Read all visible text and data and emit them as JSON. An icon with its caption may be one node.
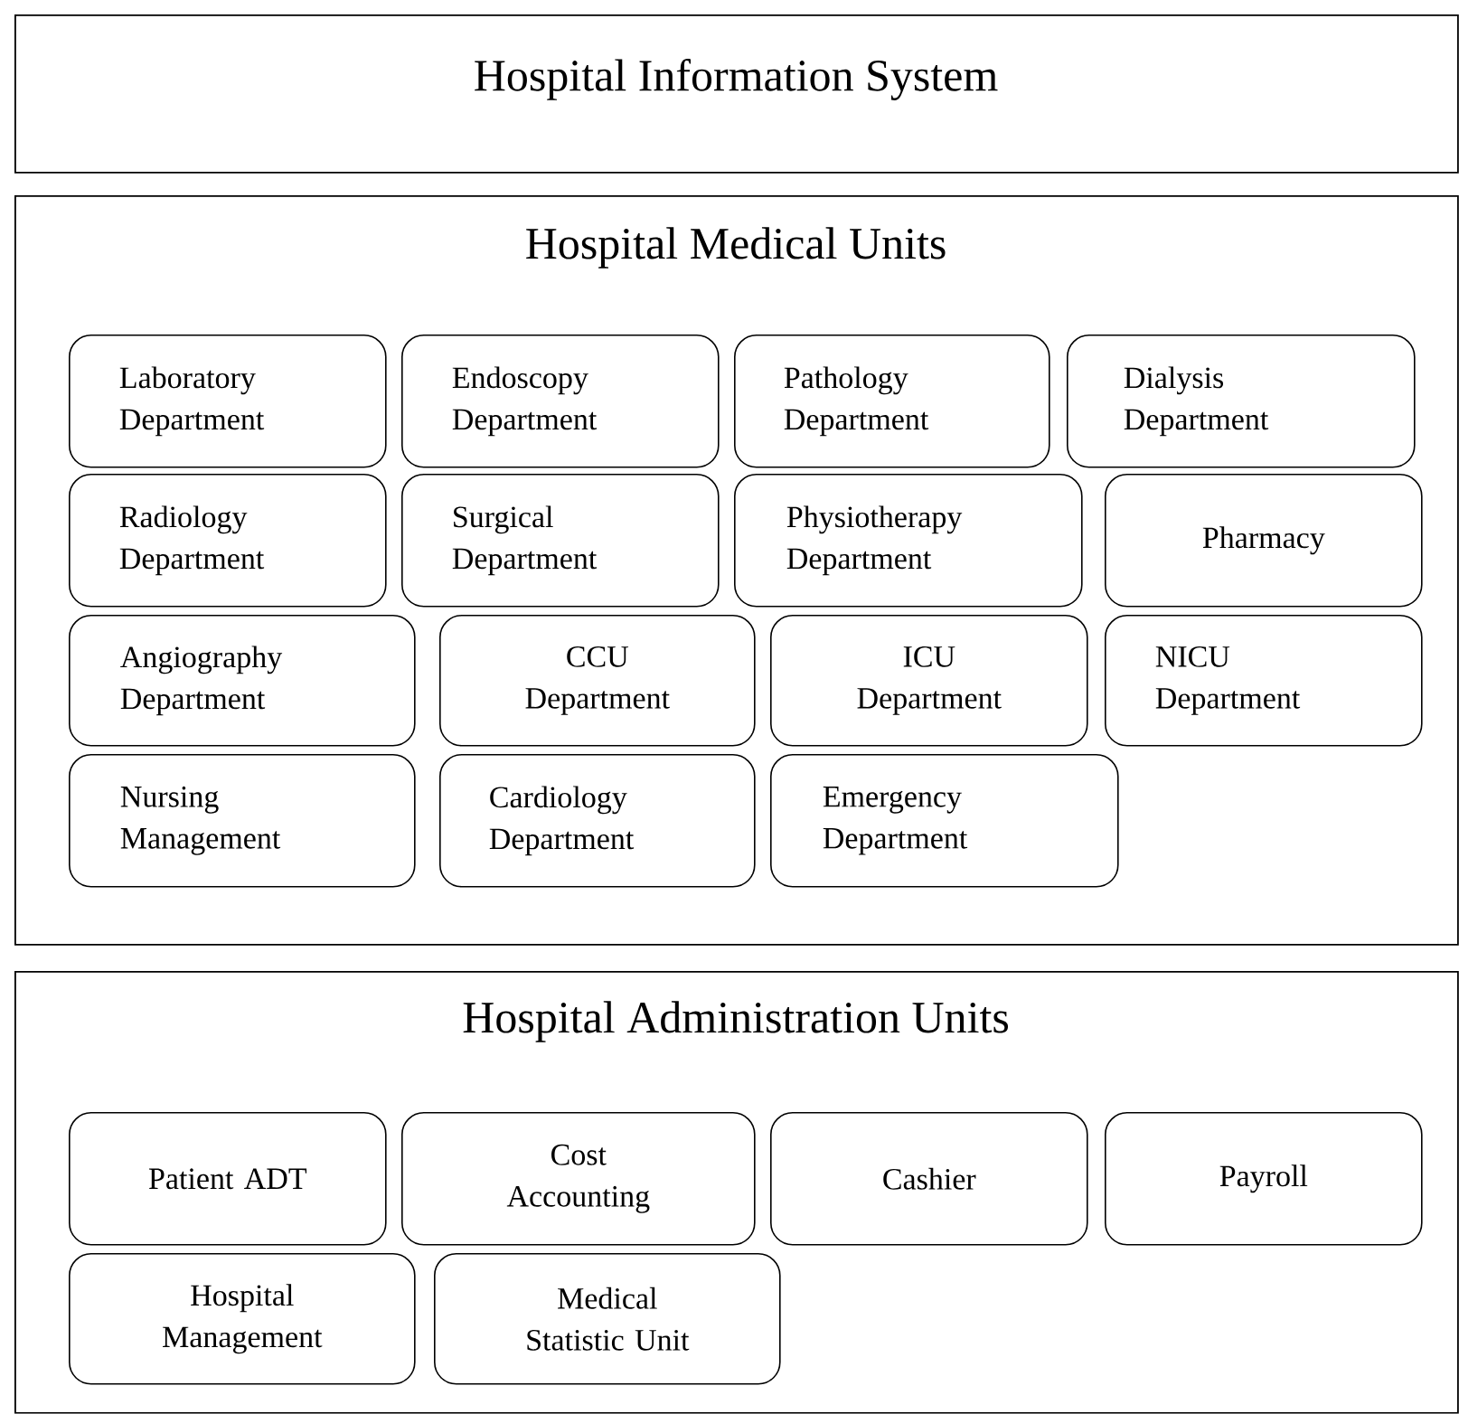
{
  "diagram": {
    "nodes": [
      {
        "text": [
          "Hospital Information System"
        ]
      },
      {
        "text": [
          "Hospital Medical Units"
        ]
      },
      {
        "text": [
          "Laboratory Department"
        ],
        "in": 1
      },
      {
        "text": [
          "Endoscopy Department"
        ],
        "in": 1
      },
      {
        "text": [
          "Pathology Department"
        ],
        "in": 1
      },
      {
        "text": [
          "Dialysis Department"
        ],
        "in": 1
      },
      {
        "text": [
          "Radiology Department"
        ],
        "in": 1
      },
      {
        "text": [
          "Surgical Department"
        ],
        "in": 1
      },
      {
        "text": [
          "Physiotherapy Department"
        ],
        "in": 1
      },
      {
        "text": [
          "Pharmacy"
        ],
        "in": 1
      },
      {
        "text": [
          "Angiography Department"
        ],
        "in": 1
      },
      {
        "text": [
          "CCU Department"
        ],
        "in": 1
      },
      {
        "text": [
          "ICU Department"
        ],
        "in": 1
      },
      {
        "text": [
          "NICU Department"
        ],
        "in": 1
      },
      {
        "text": [
          "Nursing Management"
        ],
        "in": 1
      },
      {
        "text": [
          "Cardiology Department"
        ],
        "in": 1
      },
      {
        "text": [
          "Emergency Department"
        ],
        "in": 1
      },
      {
        "text": [
          "Hospital Administration Units"
        ]
      },
      {
        "text": [
          "Patient ADT"
        ],
        "in": 17
      },
      {
        "text": [
          "Cost Accounting"
        ],
        "in": 17
      },
      {
        "text": [
          "Cashier"
        ],
        "in": 17
      },
      {
        "text": [
          "Payroll"
        ],
        "in": 17
      },
      {
        "text": [
          "Hospital Management"
        ],
        "in": 17
      },
      {
        "text": [
          "Medical Statistic Unit"
        ],
        "in": 17
      }
    ]
  }
}
